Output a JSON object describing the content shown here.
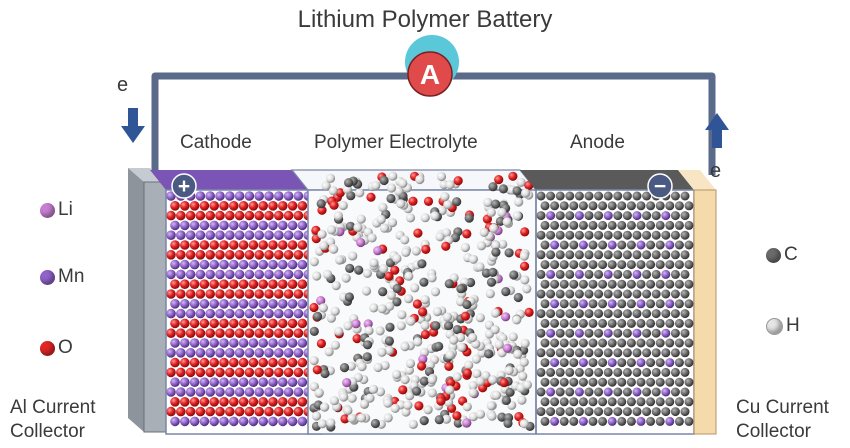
{
  "title": "Lithium Polymer Battery",
  "ammeter_symbol": "A",
  "electron_left": "e",
  "electron_right": "e",
  "terminals": {
    "positive": "+",
    "negative": "−"
  },
  "sections": {
    "cathode": "Cathode",
    "electrolyte": "Polymer Electrolyte",
    "anode": "Anode"
  },
  "collectors": {
    "left_line1": "Al Current",
    "left_line2": "Collector",
    "right_line1": "Cu Current",
    "right_line2": "Collector"
  },
  "legend_left": [
    {
      "symbol": "Li",
      "color": "#c87fd0"
    },
    {
      "symbol": "Mn",
      "color": "#8f63c8"
    },
    {
      "symbol": "O",
      "color": "#e02626"
    }
  ],
  "legend_right": [
    {
      "symbol": "C",
      "color": "#6b6b6b"
    },
    {
      "symbol": "H",
      "color": "#e6e6e6"
    }
  ],
  "colors": {
    "wire": "#5a6a8a",
    "arrow": "#2f5597",
    "al_collector": "#9aa0a8",
    "cu_collector": "#f5d9a8",
    "cathode_red": "#e02020",
    "cathode_purple": "#8f63c8",
    "anode_gray": "#6e6e6e",
    "ammeter_ring": "#5ac8d8",
    "ammeter_fill": "#e04a4a"
  }
}
